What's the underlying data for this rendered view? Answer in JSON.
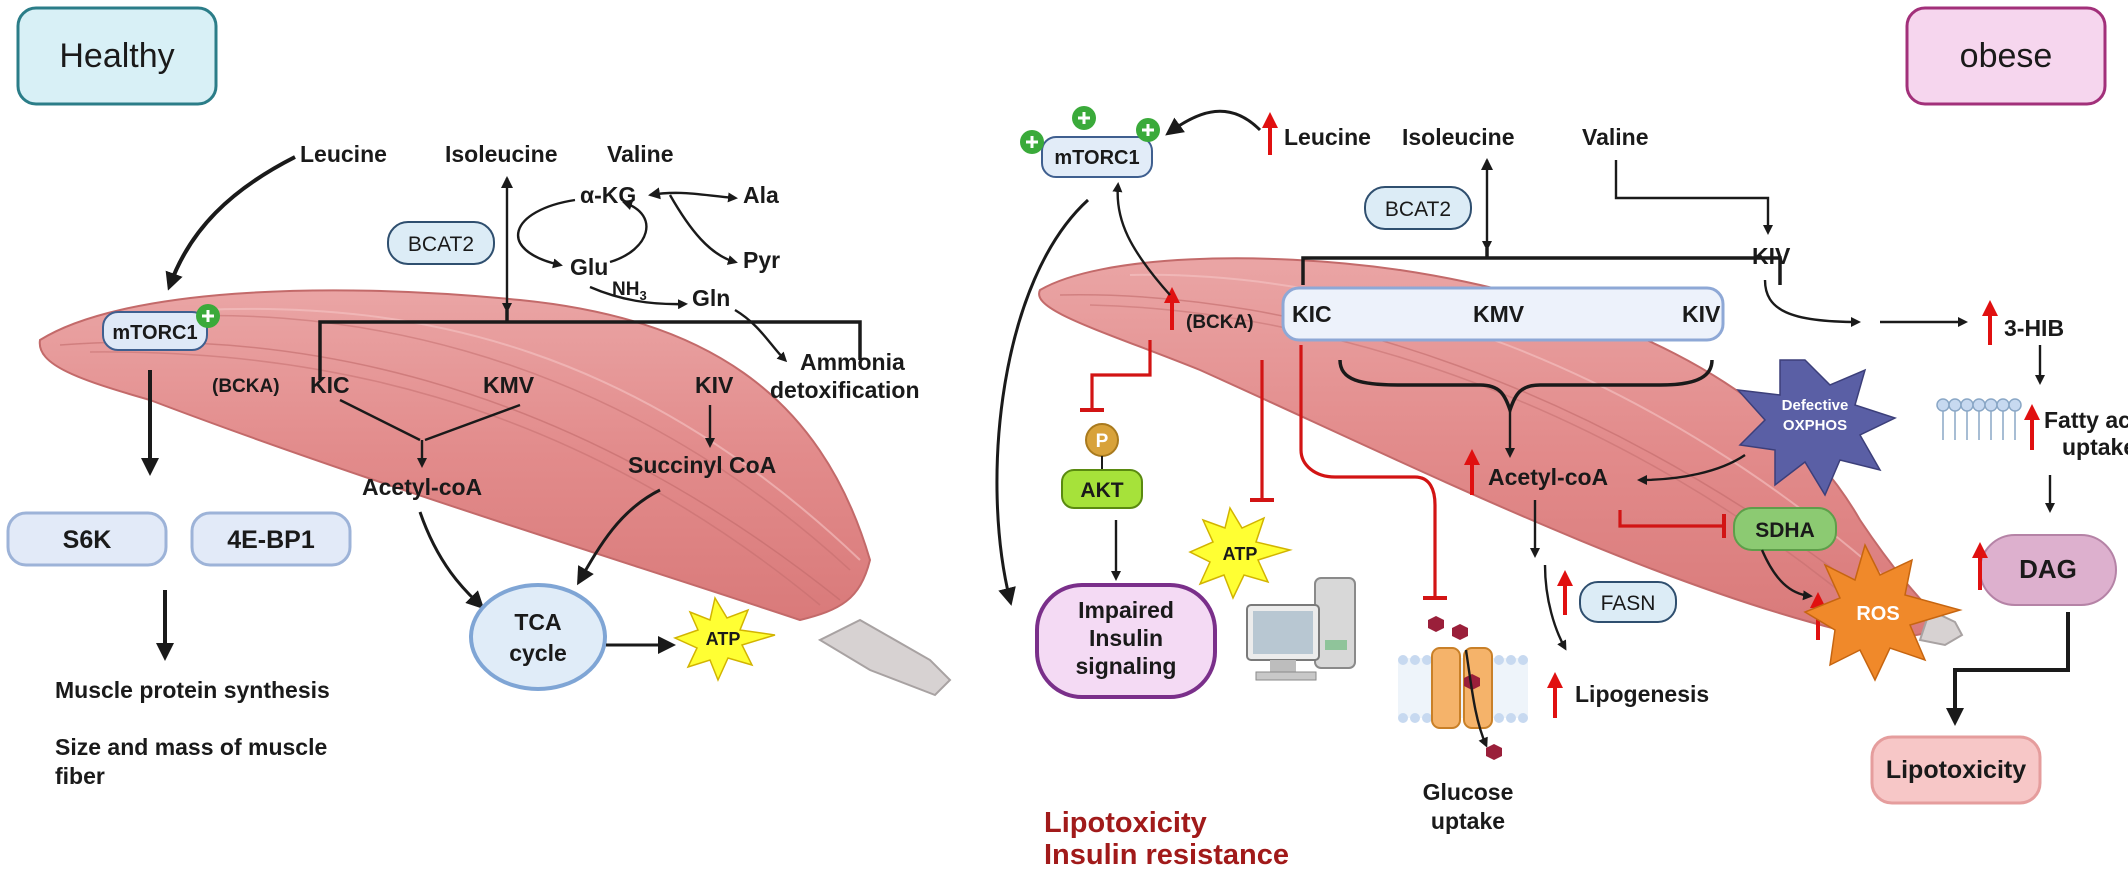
{
  "panels": {
    "healthy": "Healthy",
    "obese": "obese"
  },
  "healthy": {
    "leucine": "Leucine",
    "isoleucine": "Isoleucine",
    "valine": "Valine",
    "akg": "α-KG",
    "ala": "Ala",
    "pyr": "Pyr",
    "glu": "Glu",
    "nh3": "NH",
    "nh3_sub": "3",
    "gln": "Gln",
    "bcat2": "BCAT2",
    "mtorc1": "mTORC1",
    "bcka": "(BCKA)",
    "kic": "KIC",
    "kmv": "KMV",
    "kiv": "KIV",
    "ammonia1": "Ammonia",
    "ammonia2": "detoxification",
    "succinyl": "Succinyl CoA",
    "acetyl": "Acetyl-coA",
    "s6k": "S6K",
    "ebp1": "4E-BP1",
    "tca1": "TCA",
    "tca2": "cycle",
    "atp": "ATP",
    "mps": "Muscle protein synthesis",
    "size1": "Size and mass of muscle",
    "size2": "fiber"
  },
  "obese": {
    "mtorc1": "mTORC1",
    "leucine": "Leucine",
    "isoleucine": "Isoleucine",
    "valine": "Valine",
    "bcat2": "BCAT2",
    "kiv_side": "KIV",
    "bcka": "(BCKA)",
    "kic": "KIC",
    "kmv": "KMV",
    "kiv": "KIV",
    "hib": "3-HIB",
    "fa1": "Fatty acid",
    "fa2": "uptake",
    "defective1": "Defective",
    "defective2": "OXPHOS",
    "p": "P",
    "akt": "AKT",
    "atp": "ATP",
    "acetyl": "Acetyl-coA",
    "sdha": "SDHA",
    "dag": "DAG",
    "ros": "ROS",
    "fasn": "FASN",
    "impaired1": "Impaired",
    "impaired2": "Insulin",
    "impaired3": "signaling",
    "lipogenesis": "Lipogenesis",
    "glucose1": "Glucose",
    "glucose2": "uptake",
    "lipotoxicity_box": "Lipotoxicity",
    "outcome1": "Lipotoxicity",
    "outcome2": "Insulin resistance"
  },
  "colors": {
    "muscle": "#e89a9a",
    "muscle_stroke": "#c36a6a",
    "inhibition": "#d21414",
    "up_arrow": "#e01010",
    "healthy_box": "#d8f0f6",
    "obese_box": "#f6d6ee",
    "akt": "#a6e23a",
    "sdha": "#8cca72",
    "atp_star": "#ffff33",
    "ros_star": "#f0892a",
    "oxphos_star": "#5a5fa5",
    "impaired_box": "#f4daf4",
    "dag": "#ddb0ce",
    "lipotoxicity": "#f7c7c7"
  },
  "icons": [
    "plus-icon",
    "up-arrow-icon",
    "atp-star-icon",
    "ros-star-icon",
    "defective-oxphos-star-icon",
    "cell-membrane-icon",
    "glucose-transporter-icon",
    "computer-icon"
  ]
}
